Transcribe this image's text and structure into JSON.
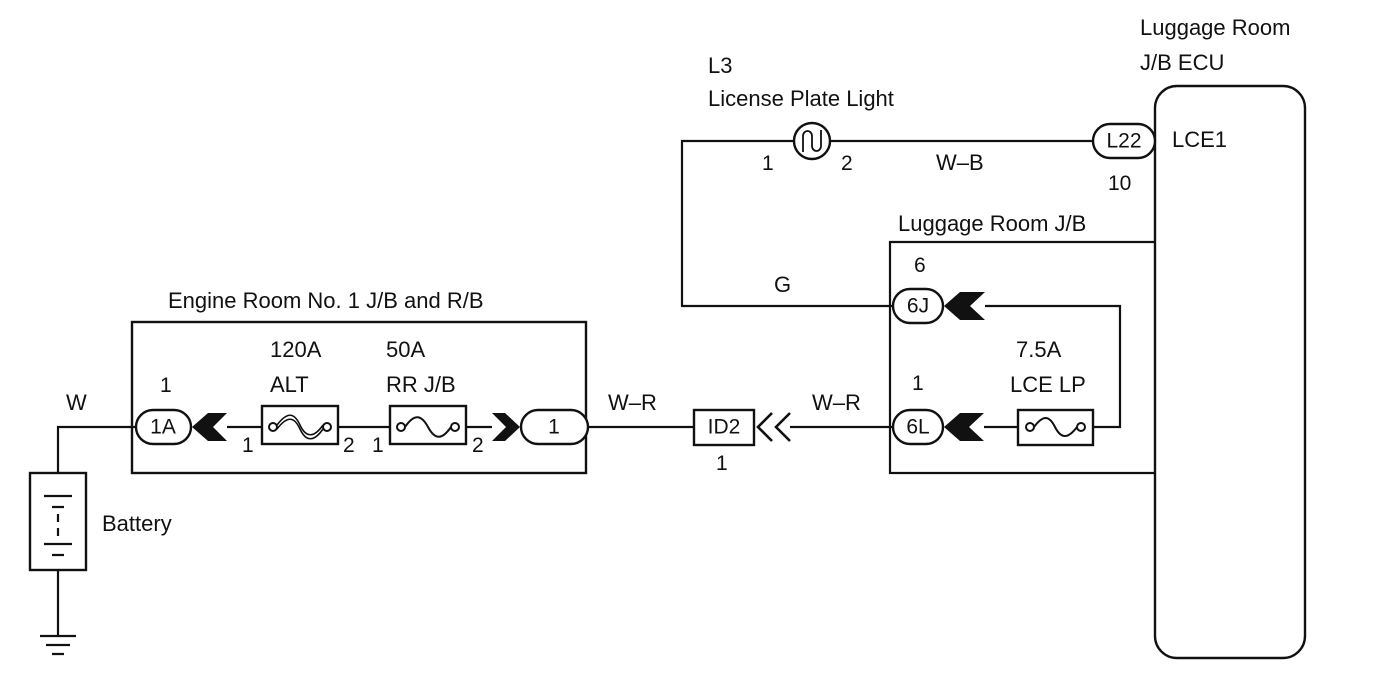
{
  "components": {
    "ecu": {
      "title_line1": "Luggage Room",
      "title_line2": "J/B ECU",
      "terminal": "LCE1"
    },
    "license_light": {
      "code": "L3",
      "name": "License Plate Light",
      "pin_left": "1",
      "pin_right": "2"
    },
    "engine_jb": {
      "title": "Engine Room No. 1 J/B and R/B"
    },
    "luggage_jb": {
      "title": "Luggage Room J/B"
    },
    "battery": {
      "label": "Battery"
    }
  },
  "connectors": {
    "l22": {
      "label": "L22",
      "pin": "10"
    },
    "c6j": {
      "label": "6J",
      "pin": "6"
    },
    "c6l": {
      "label": "6L",
      "pin": "1"
    },
    "c1a": {
      "label": "1A",
      "pin": "1"
    },
    "c1": {
      "label": "1"
    },
    "id2": {
      "label": "ID2",
      "pin": "1"
    }
  },
  "fuses": {
    "alt": {
      "rating": "120A",
      "name": "ALT",
      "pin_left": "1",
      "pin_right": "2"
    },
    "rr_jb": {
      "rating": "50A",
      "name": "RR J/B",
      "pin_left": "1",
      "pin_right": "2"
    },
    "lce_lp": {
      "rating": "7.5A",
      "name": "LCE LP"
    }
  },
  "wires": {
    "top": "W–B",
    "g": "G",
    "battery": "W",
    "engine_out": "W–R",
    "luggage_in": "W–R"
  }
}
